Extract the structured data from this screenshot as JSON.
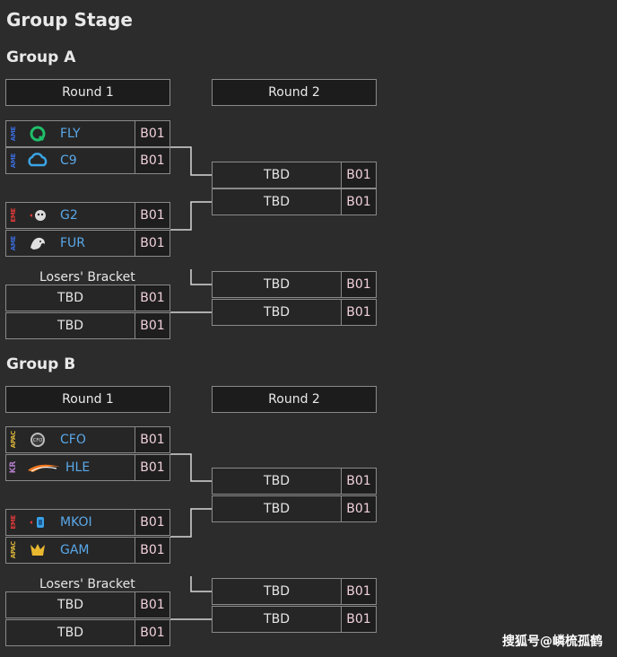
{
  "page_title": "Group Stage",
  "bracket_format": "B01",
  "tbd_label": "TBD",
  "round1_label": "Round 1",
  "round2_label": "Round 2",
  "losers_label": "Losers' Bracket",
  "watermark": "搜狐号@嶙梳孤鹤",
  "groupA": {
    "title": "Group A",
    "teams": [
      {
        "name": "FLY",
        "region": "AME",
        "region_color": "#3b6bd8",
        "logo": "flyquest-icon"
      },
      {
        "name": "C9",
        "region": "AME",
        "region_color": "#3b6bd8",
        "logo": "cloud9-icon"
      },
      {
        "name": "G2",
        "region": "EME",
        "region_color": "#e03a3a",
        "logo": "g2-icon"
      },
      {
        "name": "FUR",
        "region": "AME",
        "region_color": "#3b6bd8",
        "logo": "furia-icon"
      }
    ]
  },
  "groupB": {
    "title": "Group B",
    "teams": [
      {
        "name": "CFO",
        "region": "APAC",
        "region_color": "#d9b23a",
        "logo": "cfo-icon"
      },
      {
        "name": "HLE",
        "region": "KR",
        "region_color": "#b07cc8",
        "logo": "hle-icon"
      },
      {
        "name": "MKOI",
        "region": "EME",
        "region_color": "#e03a3a",
        "logo": "mkoi-icon"
      },
      {
        "name": "GAM",
        "region": "APAC",
        "region_color": "#d9b23a",
        "logo": "gam-icon"
      }
    ]
  },
  "colors": {
    "team_text": "#5aa8e8",
    "bo_text": "#f0d0dc",
    "background": "#2c2c2c"
  }
}
